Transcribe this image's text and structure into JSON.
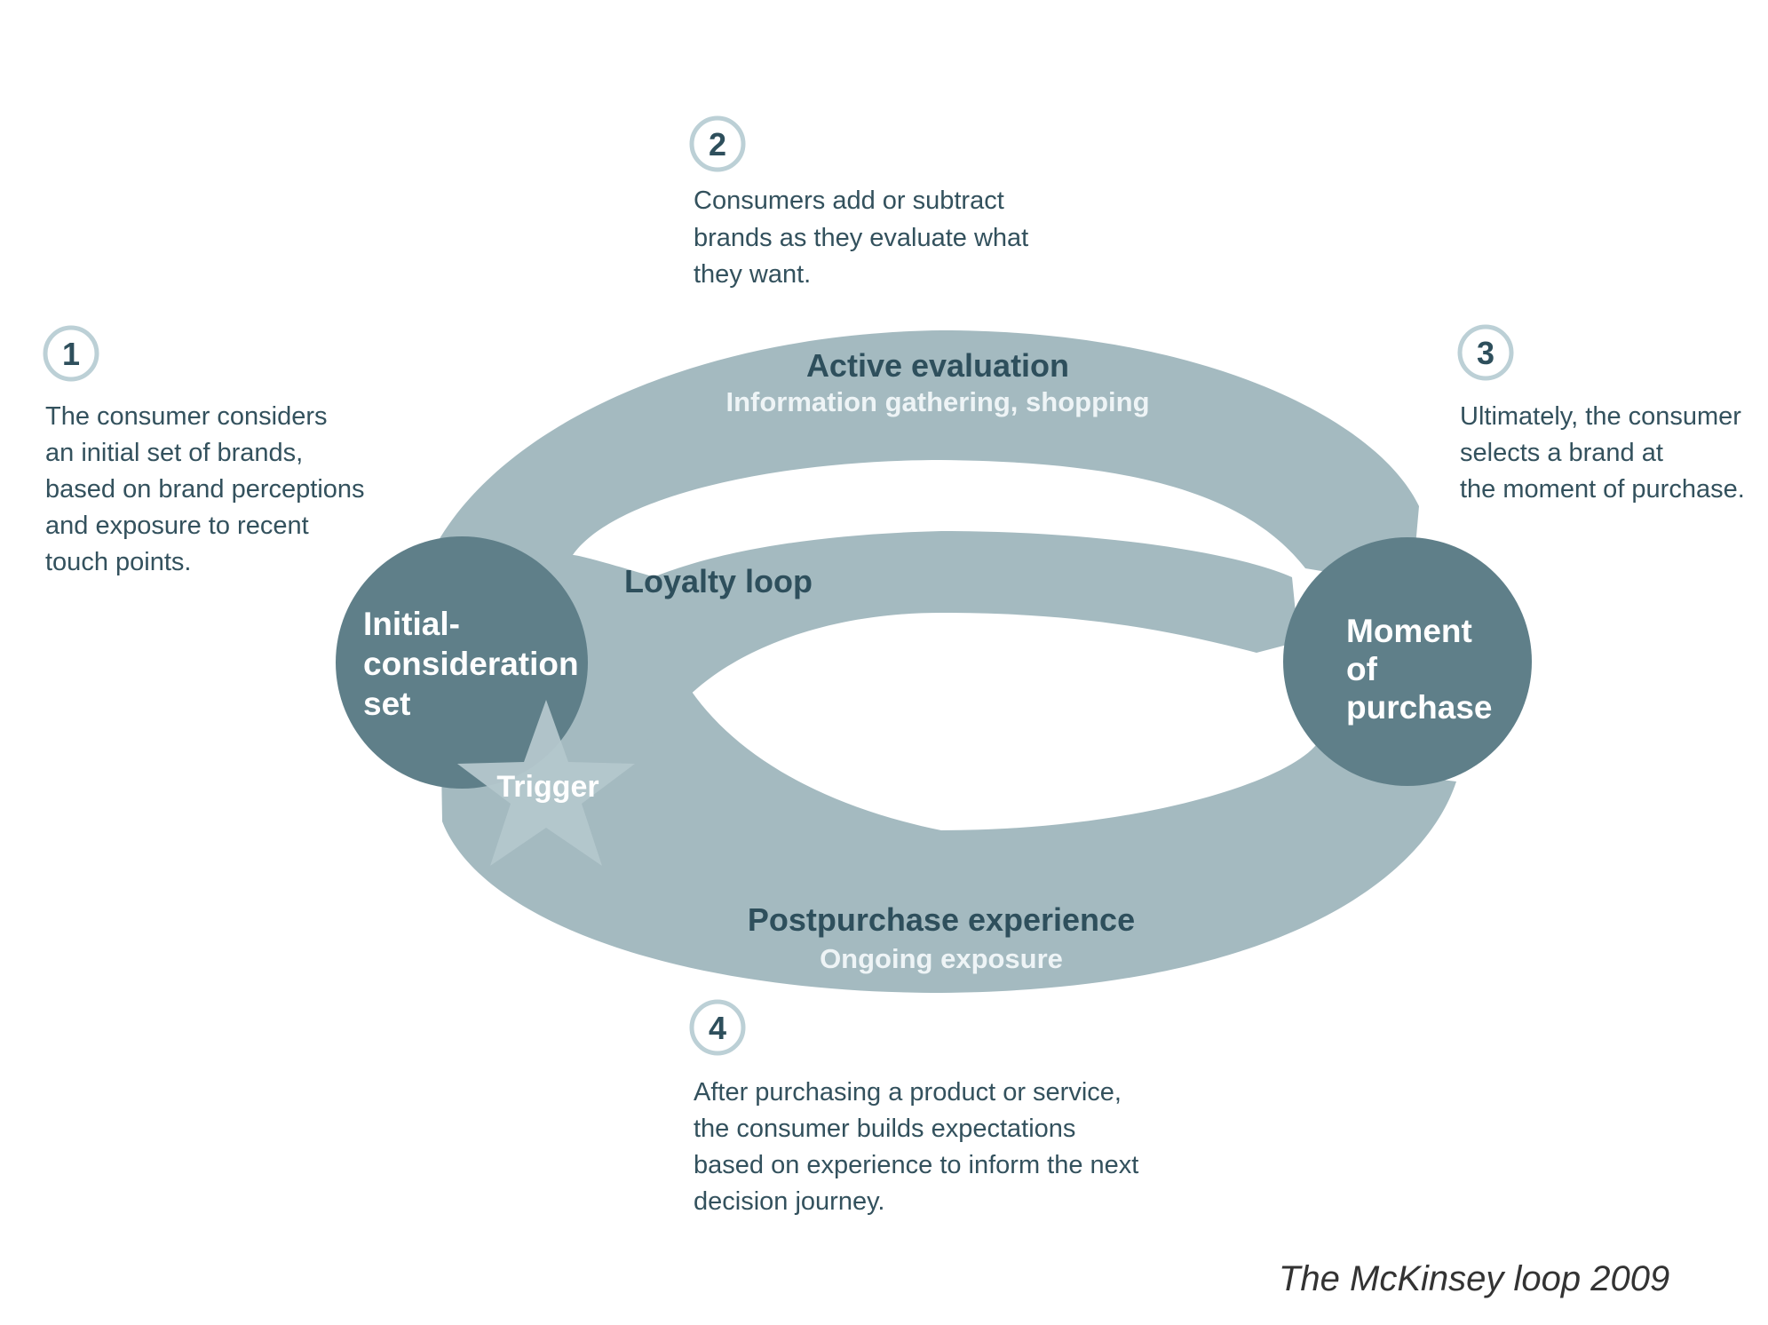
{
  "stages": {
    "active_evaluation": {
      "title": "Active evaluation",
      "subtitle": "Information gathering, shopping"
    },
    "loyalty_loop": {
      "title": "Loyalty loop"
    },
    "postpurchase": {
      "title": "Postpurchase experience",
      "subtitle": "Ongoing exposure"
    }
  },
  "nodes": {
    "initial": {
      "lines": [
        "Initial-",
        "consideration",
        "set"
      ]
    },
    "moment": {
      "lines": [
        "Moment",
        "of",
        "purchase"
      ]
    },
    "trigger": {
      "label": "Trigger"
    }
  },
  "steps": [
    {
      "number": "1",
      "lines": [
        "The consumer considers",
        "an initial set of brands,",
        "based on brand perceptions",
        "and exposure to recent",
        "touch points."
      ]
    },
    {
      "number": "2",
      "lines": [
        "Consumers add or subtract",
        "brands as they evaluate what",
        "they want."
      ]
    },
    {
      "number": "3",
      "lines": [
        "Ultimately, the consumer",
        "selects a brand at",
        "the moment of purchase."
      ]
    },
    {
      "number": "4",
      "lines": [
        "After purchasing a product or service,",
        "the consumer builds expectations",
        "based on experience to inform the next",
        "decision journey."
      ]
    }
  ],
  "caption": "The McKinsey loop 2009",
  "colors": {
    "ring": "#a4bac0",
    "node": "#5f7f89",
    "star": "#b4c7cc",
    "dark_text": "#2e4f5c",
    "badge_ring": "#bcd0d6"
  }
}
